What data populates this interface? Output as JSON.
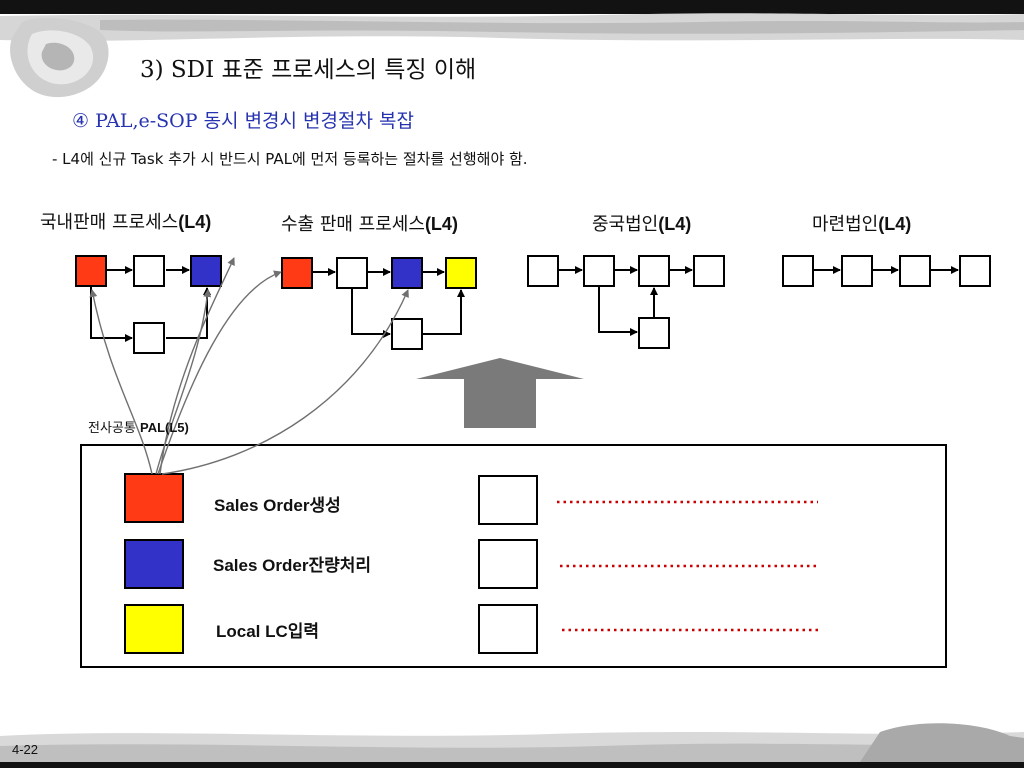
{
  "slide": {
    "title": "3) SDI 표준 프로세스의 특징 이해",
    "subtitle": "④ PAL,e-SOP 동시 변경시 변경절차 복잡",
    "note": "- L4에 신규 Task 추가 시 반드시 PAL에 먼저 등록하는 절차를 선행해야 함.",
    "page_number": "4-22"
  },
  "processes": [
    {
      "name": "국내판매 프로세스",
      "level": "(L4)"
    },
    {
      "name": "수출 판매 프로세스",
      "level": "(L4)"
    },
    {
      "name": "중국법인",
      "level": "(L4)"
    },
    {
      "name": "마련법인",
      "level": "(L4)"
    }
  ],
  "pal": {
    "label_prefix": "전사공통 ",
    "label_bold": "PAL(L5)",
    "items": [
      {
        "label_bold": "Sales Order",
        "label_suffix": "생성",
        "color": "#ff3a14"
      },
      {
        "label_bold": "Sales Order",
        "label_suffix": "잔량처리",
        "color": "#3232c8"
      },
      {
        "label_bold": "Local LC",
        "label_suffix": "입력",
        "color": "#ffff00"
      }
    ],
    "dotted_color": "#cc0000"
  },
  "colors": {
    "red": "#ff3a14",
    "blue": "#3232c8",
    "yellow": "#ffff00",
    "arrow_gray": "#7a7a7a"
  }
}
